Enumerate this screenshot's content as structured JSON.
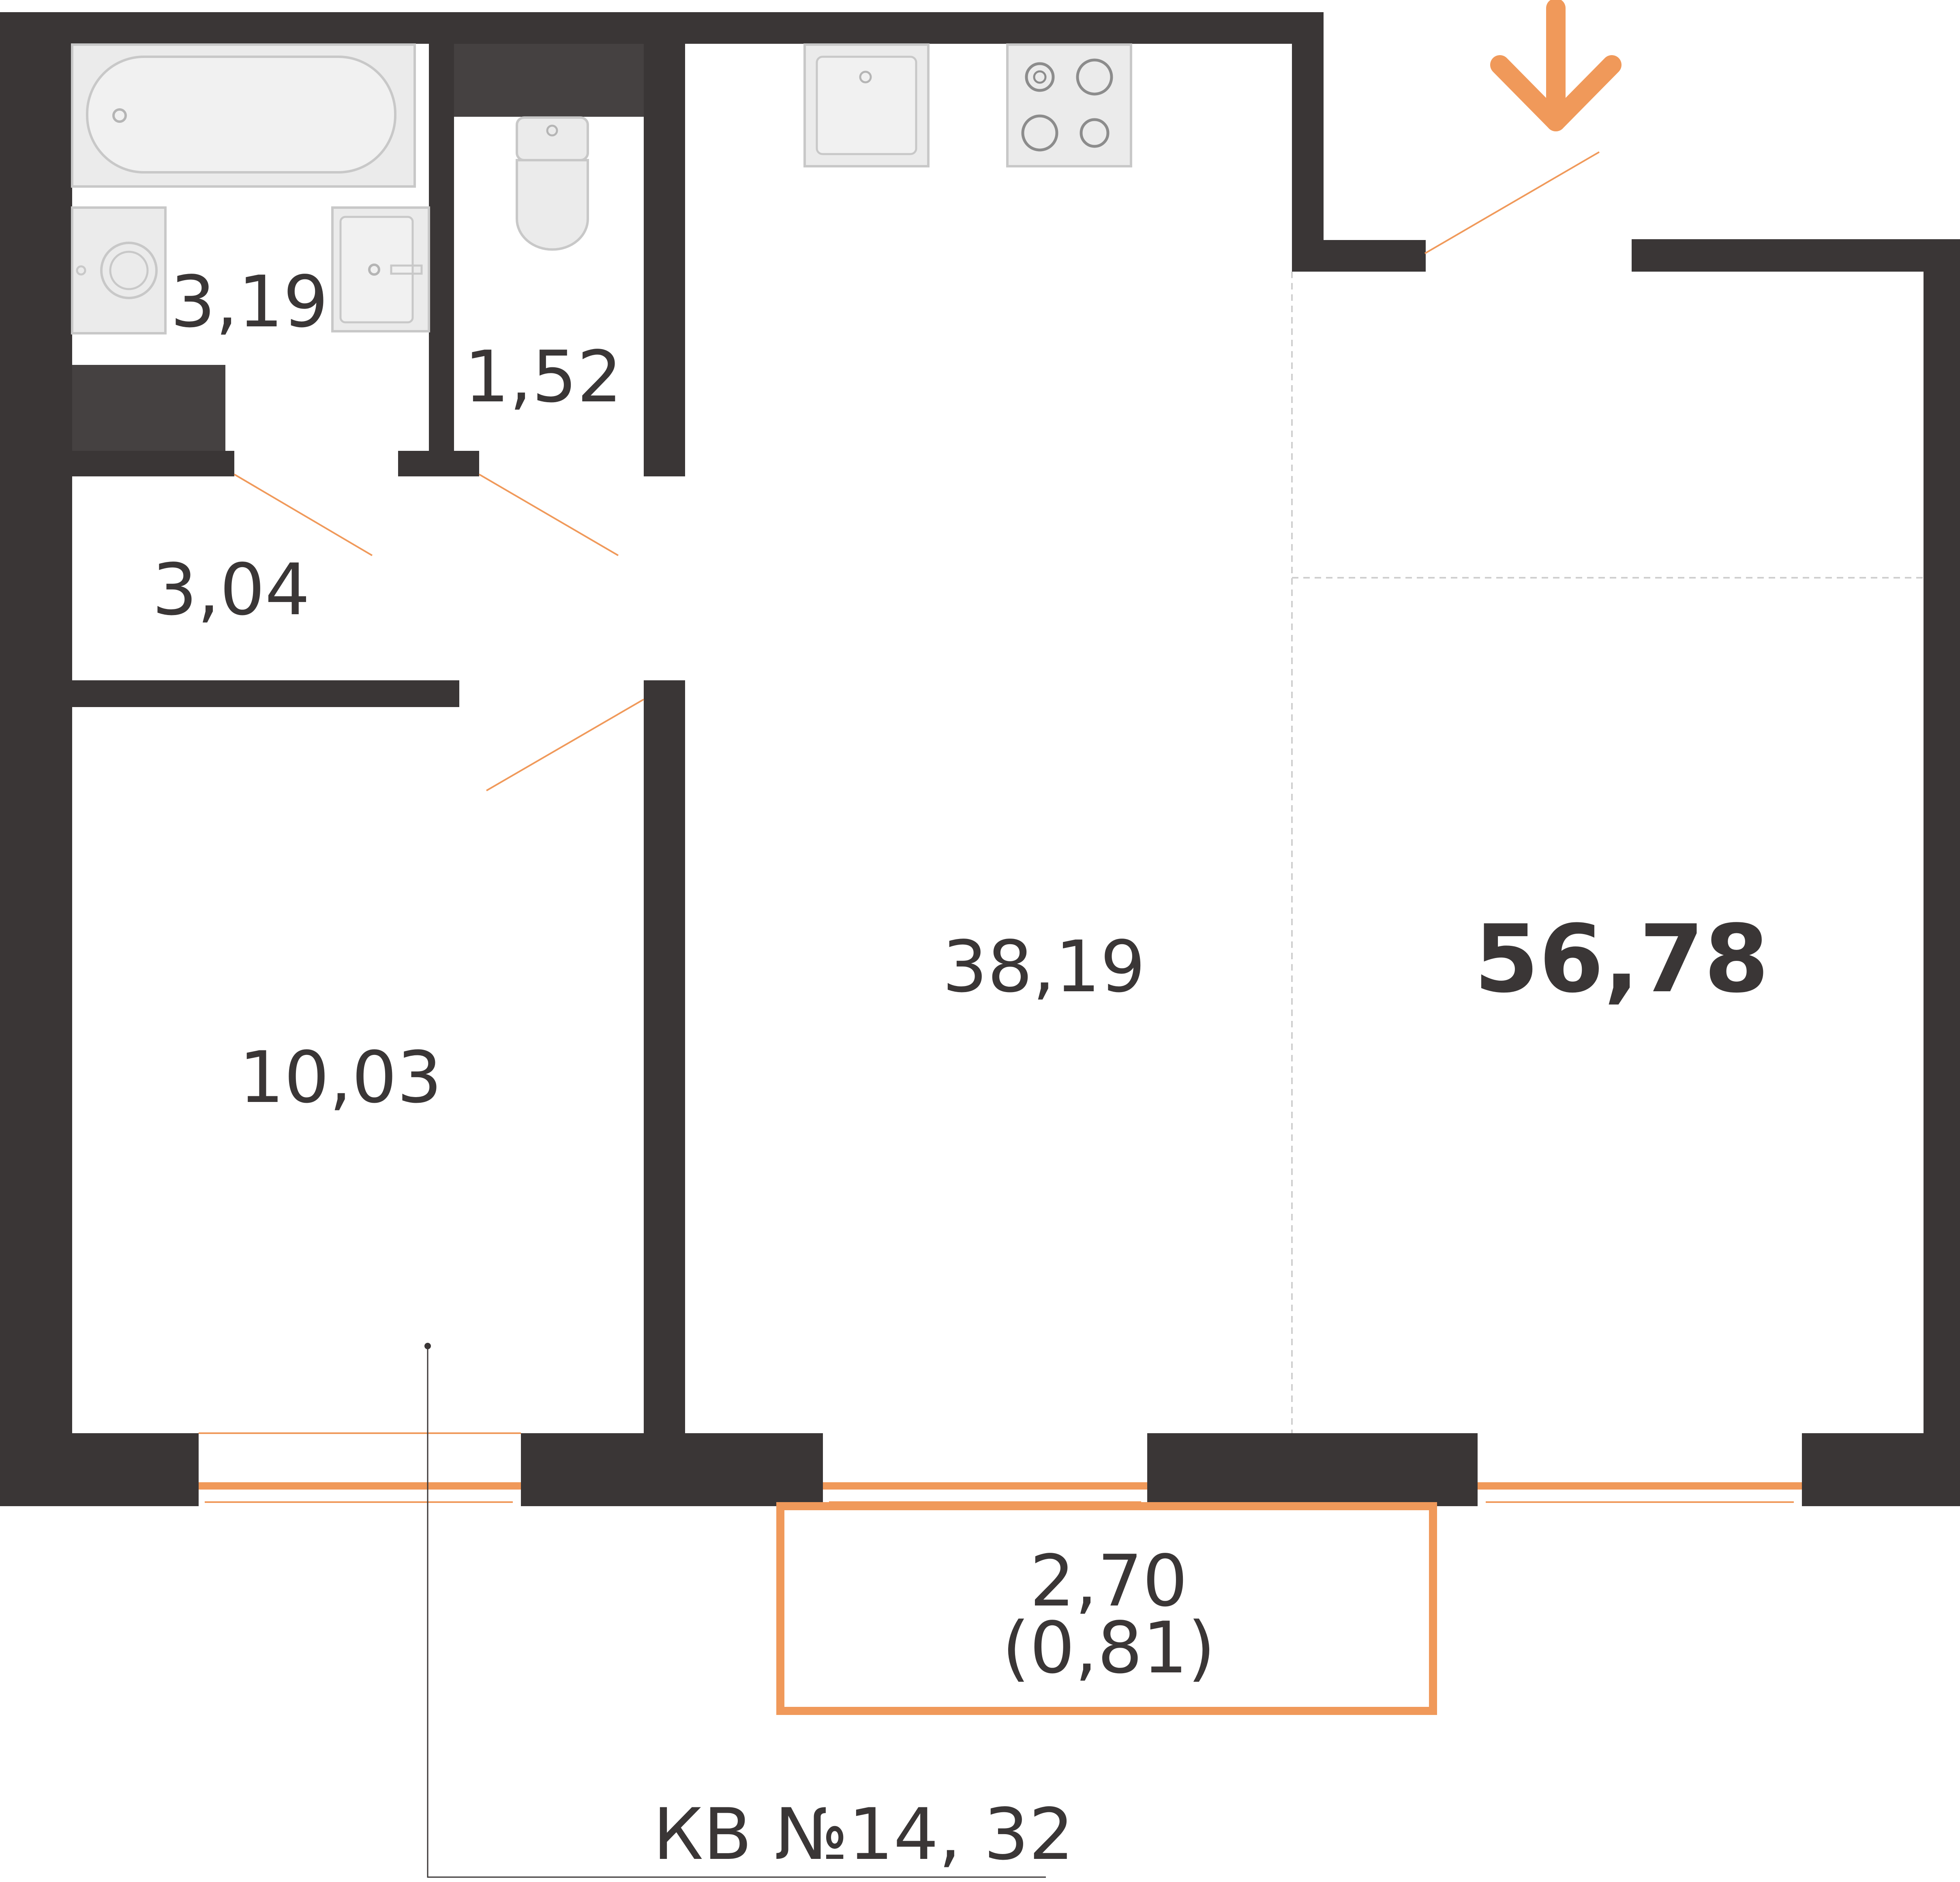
{
  "colors": {
    "wall": "#3a3636",
    "accent": "#f0995a",
    "fixture_fill": "#ebebeb",
    "fixture_stroke": "#c8c8c8",
    "dashed": "#cfcfcf",
    "background": "#ffffff"
  },
  "rooms": {
    "bathroom": "3,19",
    "toilet": "1,52",
    "hallway": "3,04",
    "bedroom": "10,03",
    "living_kitchen": "38,19",
    "balcony": "2,70",
    "balcony_reduced": "(0,81)"
  },
  "total_area": "56,78",
  "apartment_label": "КВ №14, 32",
  "icons": {
    "entrance": "entrance-arrow-icon",
    "bathtub": "bathtub-icon",
    "washing_machine": "washing-machine-icon",
    "sink": "sink-icon",
    "toilet": "toilet-icon",
    "kitchen_sink": "kitchen-sink-icon",
    "stove": "stove-icon"
  }
}
